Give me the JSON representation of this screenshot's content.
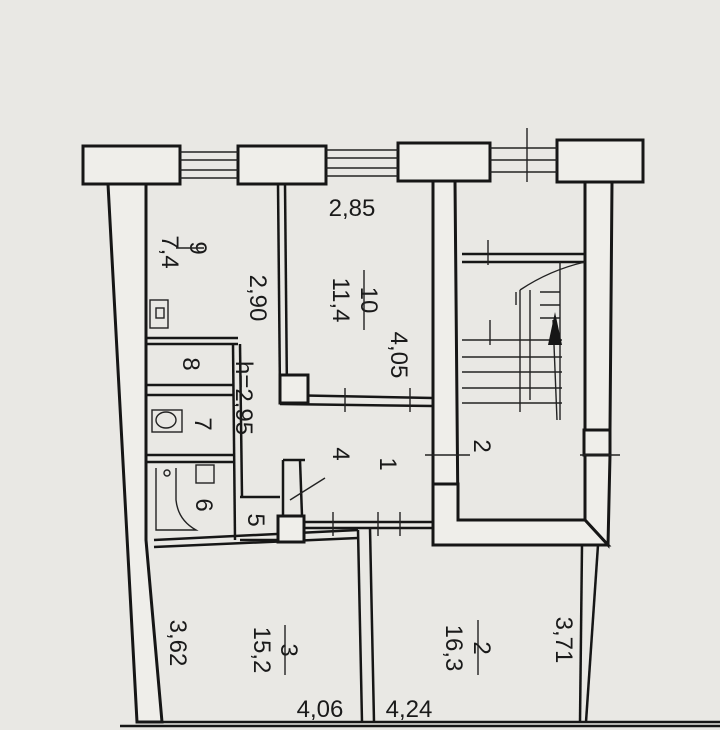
{
  "rooms": {
    "r9": {
      "number": "9",
      "area": "7,4"
    },
    "r10": {
      "number": "10",
      "area": "11,4"
    },
    "r3": {
      "number": "3",
      "area": "15,2"
    },
    "r2": {
      "number": "2",
      "area": "16,3"
    },
    "r8": {
      "number": "8"
    },
    "r7": {
      "number": "7"
    },
    "r6": {
      "number": "6"
    },
    "r5": {
      "number": "5"
    },
    "r4": {
      "number": "4"
    },
    "r1": {
      "number": "1"
    },
    "stair": {
      "number": "2"
    }
  },
  "dimensions": {
    "d285": "2,85",
    "d290": "2,90",
    "d405": "4,05",
    "d295": "h=2,95",
    "d362": "3,62",
    "d406": "4,06",
    "d424": "4,24",
    "d371": "3,71"
  }
}
